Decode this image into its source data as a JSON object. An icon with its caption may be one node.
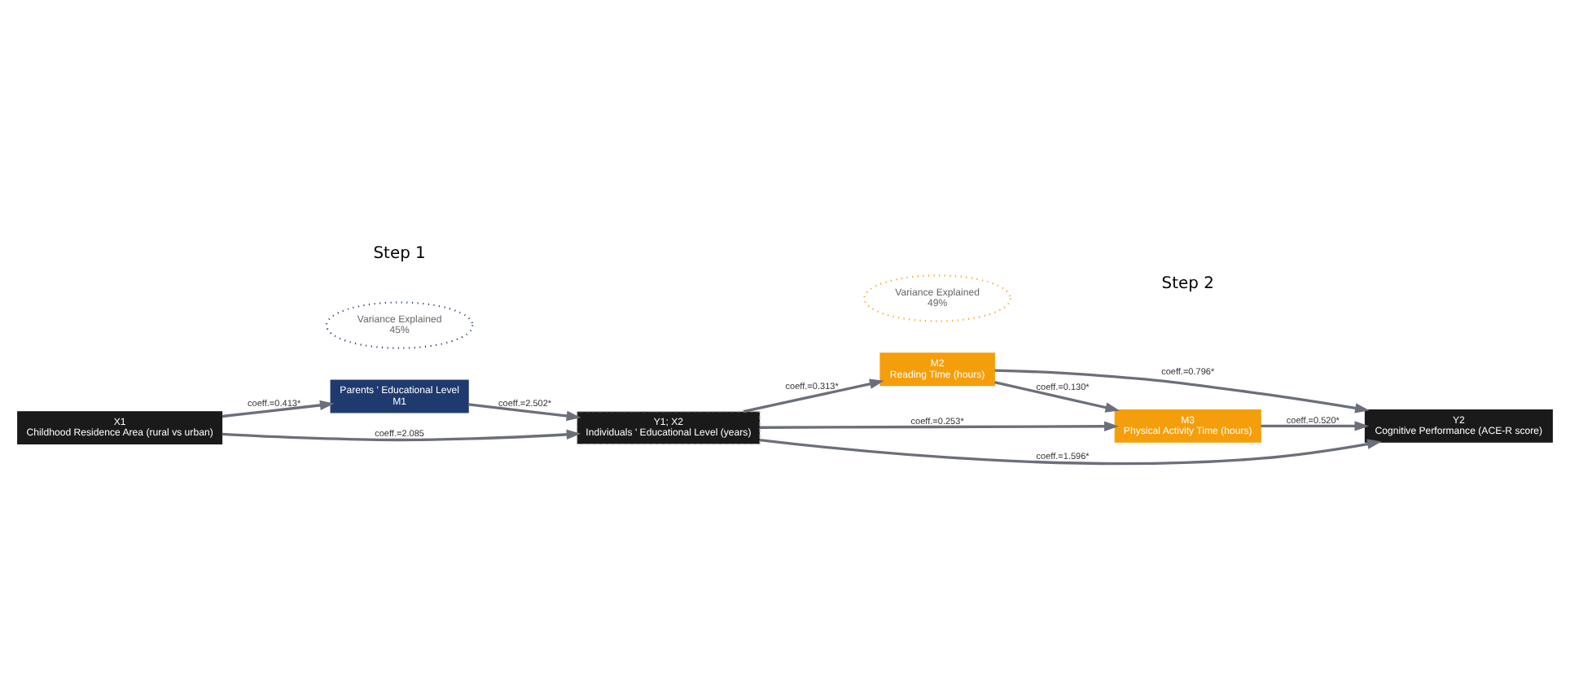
{
  "diagram": {
    "nodes": [
      {
        "text": [
          "X1",
          "Childhood Residence Area (rural vs urban)"
        ]
      },
      {
        "text": [
          "Parents ' Educational Level",
          "M1"
        ]
      },
      {
        "text": [
          "Variance Explained",
          "45%"
        ]
      },
      {
        "text": [
          "Y1; X2",
          "Individuals ' Educational Level (years)"
        ]
      },
      {
        "text": [
          "Variance Explained",
          "49%"
        ]
      },
      {
        "text": [
          "M2",
          "Reading Time (hours)"
        ]
      },
      {
        "text": [
          "M3",
          "Physical Activity Time (hours)"
        ]
      },
      {
        "text": [
          "Y2",
          "Cognitive Performance (ACE-R score)"
        ]
      }
    ],
    "edges": [
      {
        "from": 0,
        "to": 1,
        "arrow": "to",
        "label": "coeff.=0.413*"
      },
      {
        "from": 1,
        "to": 3,
        "arrow": "to",
        "label": "coeff.=2.502*"
      },
      {
        "from": 0,
        "to": 3,
        "arrow": "to",
        "label": "coeff.=2.085"
      },
      {
        "from": 3,
        "to": 7,
        "arrow": "to",
        "label": "coeff.=1.596*"
      },
      {
        "from": 3,
        "to": 6,
        "arrow": "to",
        "label": "coeff.=0.253*"
      },
      {
        "from": 3,
        "to": 5,
        "arrow": "to",
        "label": "coeff.=0.313*"
      },
      {
        "from": 5,
        "to": 7,
        "arrow": "to",
        "label": "coeff.=0.796*"
      },
      {
        "from": 5,
        "to": 6,
        "arrow": "to",
        "label": "coeff.=0.130*"
      },
      {
        "from": 6,
        "to": 7,
        "arrow": "to",
        "label": "coeff.=0.520*"
      }
    ],
    "labels": [
      "Step 1",
      "Step 2"
    ]
  }
}
